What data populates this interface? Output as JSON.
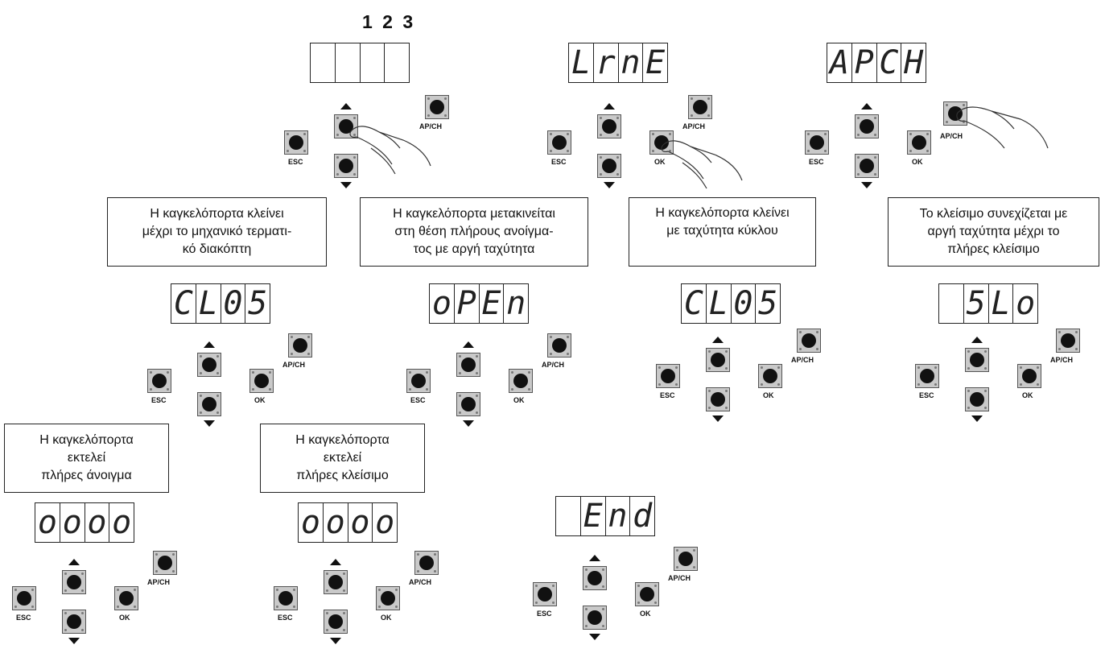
{
  "header_numbers": "1 2 3",
  "labels": {
    "esc": "ESC",
    "ok": "OK",
    "apch": "AP/CH"
  },
  "displays": {
    "d1": [
      "",
      "",
      "",
      ""
    ],
    "d2": [
      "L",
      "r",
      "n",
      "E"
    ],
    "d3": [
      "A",
      "P",
      "C",
      "H"
    ],
    "d4": [
      "C",
      "L",
      "0",
      "5"
    ],
    "d5": [
      "o",
      "P",
      "E",
      "n"
    ],
    "d6": [
      "C",
      "L",
      "0",
      "5"
    ],
    "d7": [
      "",
      "5",
      "L",
      "o"
    ],
    "d8": [
      "o",
      "o",
      "o",
      "o"
    ],
    "d9": [
      "o",
      "o",
      "o",
      "o"
    ],
    "d10": [
      "",
      "E",
      "n",
      "d"
    ]
  },
  "notes": {
    "n1": [
      "Η καγκελόπορτα κλείνει",
      "μέχρι το μηχανικό τερματι-",
      "κό διακόπτη"
    ],
    "n2": [
      "Η καγκελόπορτα μετακινείται",
      "στη θέση πλήρους ανοίγμα-",
      "τος με αργή ταχύτητα"
    ],
    "n3": [
      "Η καγκελόπορτα κλείνει",
      "με ταχύτητα κύκλου"
    ],
    "n4": [
      "Το κλείσιμο συνεχίζεται με",
      "αργή ταχύτητα μέχρι το",
      "πλήρες κλείσιμο"
    ],
    "n5": [
      "Η καγκελόπορτα",
      "εκτελεί",
      "πλήρες άνοιγμα"
    ],
    "n6": [
      "Η καγκελόπορτα",
      "εκτελεί",
      "πλήρες κλείσιμο"
    ]
  },
  "colors": {
    "button": "#c9c9c9",
    "button_dot": "#111111",
    "line": "#222222"
  }
}
